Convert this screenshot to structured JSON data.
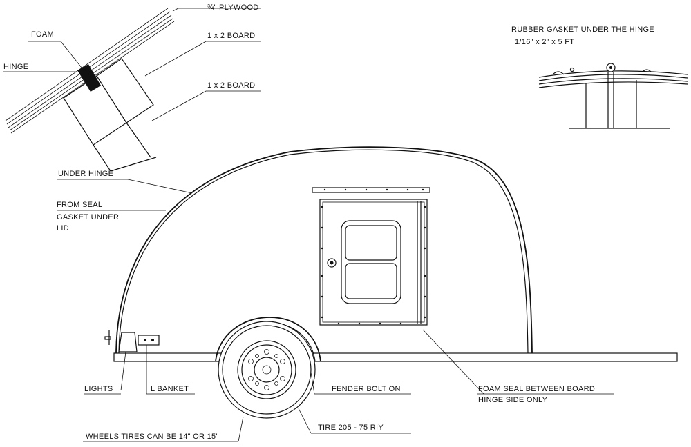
{
  "labels": {
    "plywood": "¾\" PLYWOOD",
    "foam": "FOAM",
    "board1": "1 x 2 BOARD",
    "board2": "1 x 2 BOARD",
    "hinge": "HINGE",
    "gasket_title": "RUBBER GASKET UNDER THE HINGE",
    "gasket_size": "1/16\" x 2\" x 5 FT",
    "under_hinge": "UNDER HINGE",
    "from_seal_1": "FROM SEAL",
    "from_seal_2": "GASKET UNDER",
    "from_seal_3": "LID",
    "lights": "LIGHTS",
    "l_banket": "L BANKET",
    "fender": "FENDER BOLT ON",
    "foam_seal_1": "FOAM SEAL BETWEEN BOARD",
    "foam_seal_2": "HINGE SIDE ONLY",
    "tire": "TIRE 205 - 75 RIY",
    "wheels": "WHEELS TIRES  CAN BE 14\" OR 15\""
  }
}
